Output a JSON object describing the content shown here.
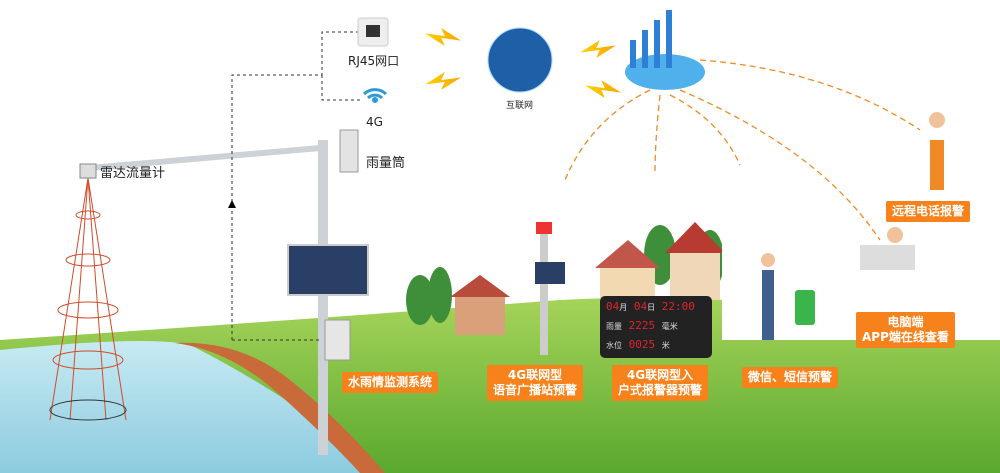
{
  "network": {
    "rj45_label": "RJ45网口",
    "4g_label": "4G",
    "internet_label": "互联网"
  },
  "devices": {
    "radar_label": "雷达流量计",
    "rain_gauge_label": "雨量筒"
  },
  "tags": {
    "monitoring": "水雨情监测系统",
    "broadcast_line1": "4G联网型",
    "broadcast_line2": "语音广播站预警",
    "alarm_line1": "4G联网型入",
    "alarm_line2": "户式报警器预警",
    "sms": "微信、短信预警",
    "pc_line1": "电脑端",
    "pc_line2": "APP端在线查看",
    "phone": "远程电话报警"
  },
  "led": {
    "month": "04",
    "month_unit": "月",
    "day": "04",
    "day_unit": "日",
    "time": "22:00",
    "rain_label": "雨量",
    "rain_value": "2225",
    "rain_unit": "毫米",
    "level_label": "水位",
    "level_value": "0025",
    "level_unit": "米"
  },
  "colors": {
    "accent": "#f7821b",
    "grass": "#7cc242",
    "water": "#a9dbe8"
  }
}
